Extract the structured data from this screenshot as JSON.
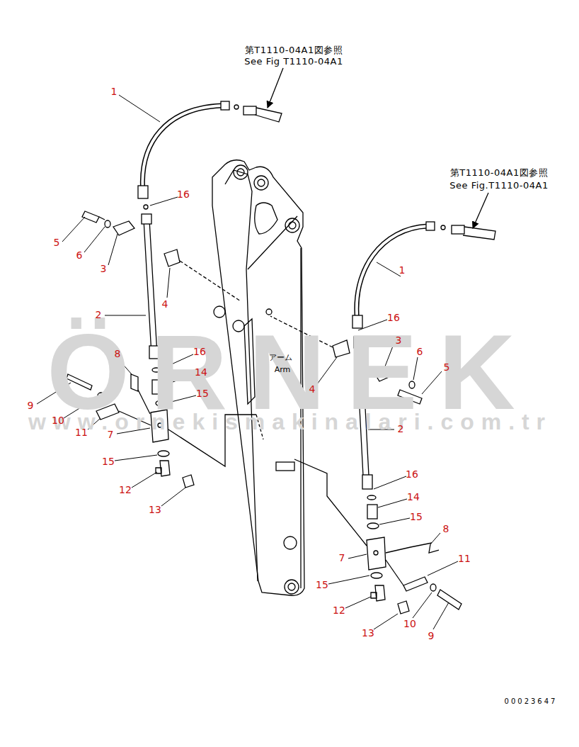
{
  "diagram": {
    "labels": [
      "第T1110-04A1図参照",
      "See Fig T1110-04A1",
      "第T1110-04A1図参照",
      "See Fig.T1110-04A1",
      "1",
      "16",
      "5",
      "6",
      "3",
      "4",
      "2",
      "16",
      "8",
      "14",
      "15",
      "9",
      "10",
      "11",
      "7",
      "15",
      "12",
      "13",
      "1",
      "16",
      "3",
      "6",
      "5",
      "4",
      "2",
      "16",
      "14",
      "15",
      "8",
      "11",
      "7",
      "15",
      "10",
      "12",
      "13",
      "9",
      "アーム",
      "Arm",
      "00023647",
      "ÖRNEK",
      "www.ornekismakinalari.com.tr"
    ]
  }
}
